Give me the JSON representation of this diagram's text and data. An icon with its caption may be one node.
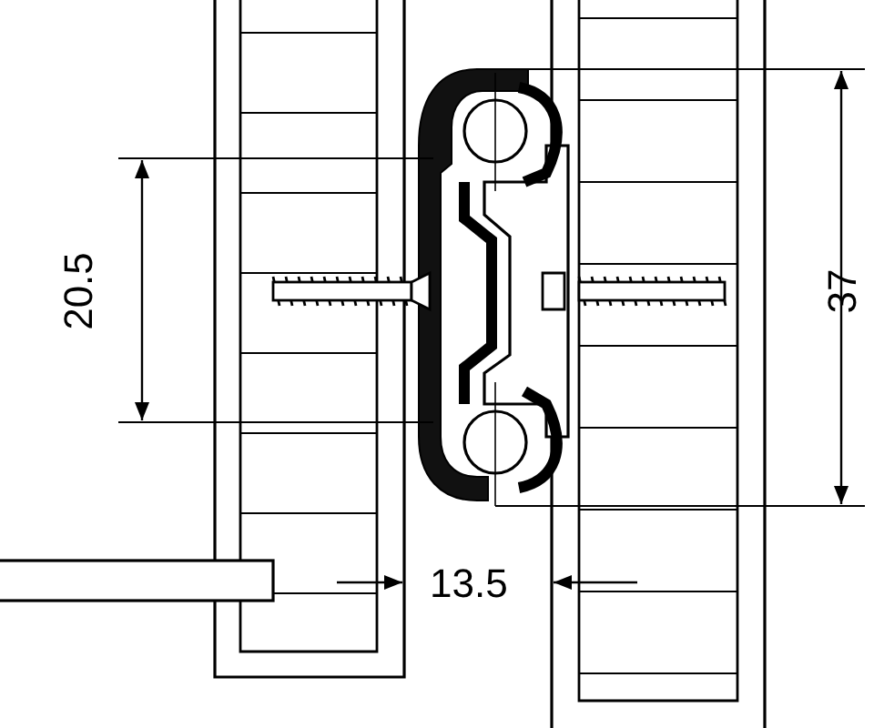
{
  "diagram": {
    "labels": [
      "20.5",
      "37",
      "13.5"
    ]
  }
}
